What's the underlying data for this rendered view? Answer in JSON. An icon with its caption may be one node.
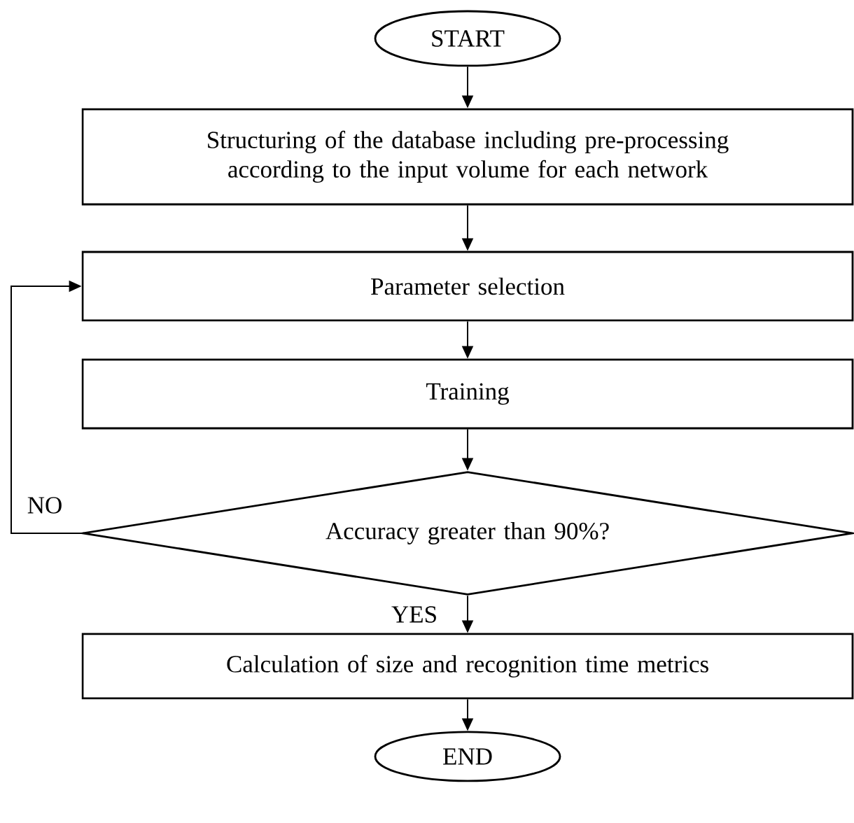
{
  "diagram": {
    "nodes": [
      {
        "text": [
          "START"
        ]
      },
      {
        "text": [
          "Structuring of the database including pre-processing according to the input volume for each network"
        ]
      },
      {
        "text": [
          "Parameter selection"
        ]
      },
      {
        "text": [
          "Training"
        ]
      },
      {
        "text": [
          "Accuracy greater than 90%?"
        ]
      },
      {
        "text": [
          "Calculation of size and recognition time metrics"
        ]
      },
      {
        "text": [
          "END"
        ]
      }
    ],
    "edges": [
      {
        "from": 0,
        "to": 1,
        "arrow": "to"
      },
      {
        "from": 1,
        "to": 2,
        "arrow": "to"
      },
      {
        "from": 2,
        "to": 3,
        "arrow": "to"
      },
      {
        "from": 3,
        "to": 4,
        "arrow": "to"
      },
      {
        "from": 4,
        "to": 2,
        "arrow": "to",
        "label": "NO"
      },
      {
        "from": 4,
        "to": 5,
        "arrow": "to",
        "label": "YES"
      },
      {
        "from": 5,
        "to": 6,
        "arrow": "to"
      }
    ]
  }
}
